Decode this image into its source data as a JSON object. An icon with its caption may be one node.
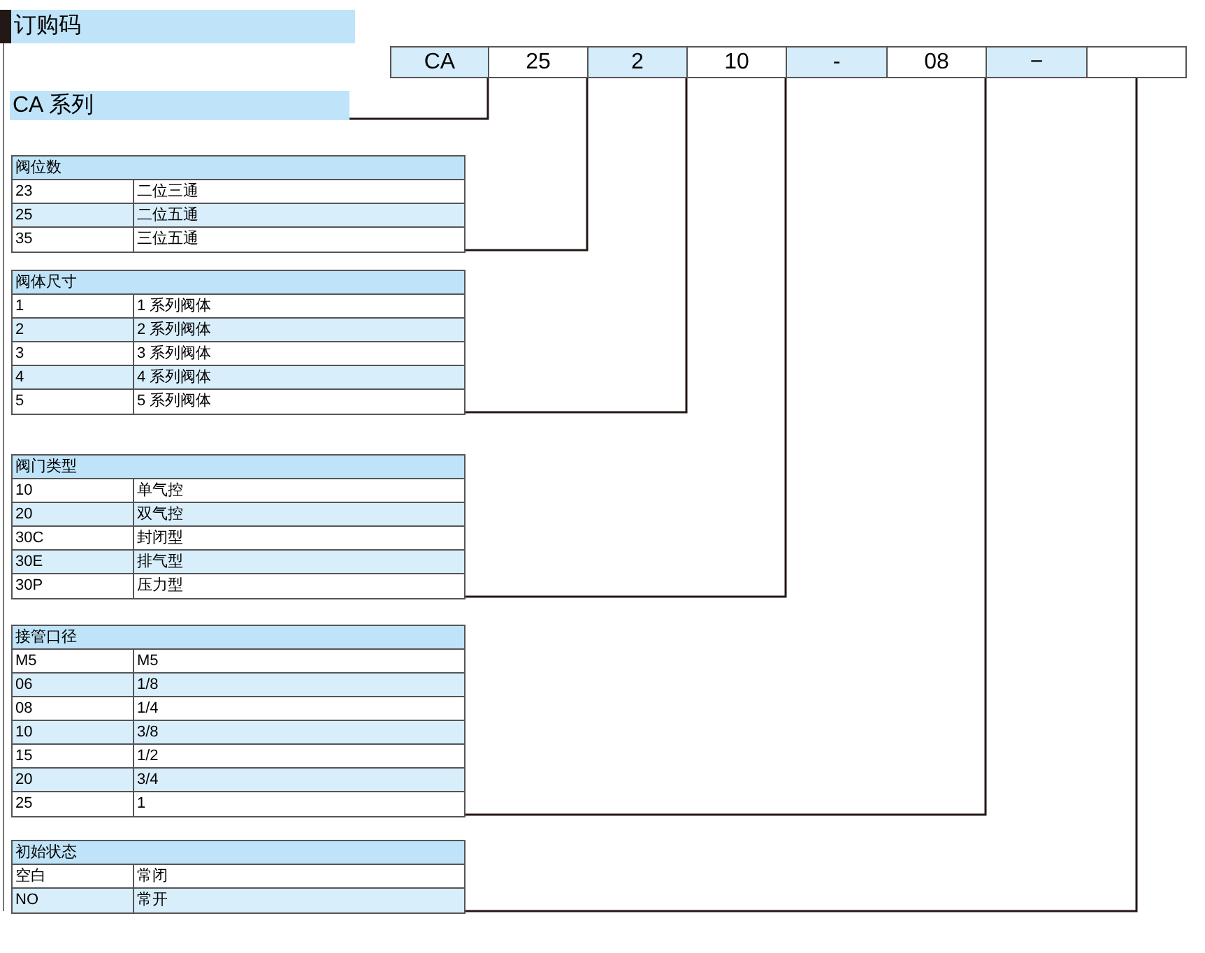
{
  "diagram": {
    "nodes": [
      {
        "text": [
          "订购码"
        ]
      },
      {
        "text": [
          "CA"
        ]
      },
      {
        "text": [
          "25"
        ]
      },
      {
        "text": [
          "2"
        ]
      },
      {
        "text": [
          "10"
        ]
      },
      {
        "text": [
          "-"
        ]
      },
      {
        "text": [
          "08"
        ]
      },
      {
        "text": [
          "−"
        ]
      },
      {
        "text": [],
        "shape": "box"
      },
      {
        "text": [
          "CA 系列"
        ]
      },
      {
        "text": [
          "阀位数",
          "23",
          "二位三通",
          "25",
          "二位五通",
          "35",
          "三位五通"
        ]
      },
      {
        "text": [
          "阀体尺寸",
          "1",
          "1 系列阀体",
          "2",
          "2 系列阀体",
          "3",
          "3 系列阀体",
          "4",
          "4 系列阀体",
          "5",
          "5 系列阀体"
        ]
      },
      {
        "text": [
          "阀门类型",
          "10",
          "单气控",
          "20",
          "双气控",
          "30C",
          "封闭型",
          "30E",
          "排气型",
          "30P",
          "压力型"
        ]
      },
      {
        "text": [
          "接管口径",
          "M5",
          "M5",
          "06",
          "1/8",
          "08",
          "1/4",
          "10",
          "3/8",
          "15",
          "1/2",
          "20",
          "3/4",
          "25",
          "1"
        ]
      },
      {
        "text": [
          "初始状态",
          "空白",
          "常闭",
          "NO",
          "常开"
        ]
      }
    ],
    "edges": [
      {
        "from": 1,
        "to": 9,
        "arrow": "none"
      },
      {
        "from": 2,
        "to": 10,
        "arrow": "none"
      },
      {
        "from": 3,
        "to": 11,
        "arrow": "none"
      },
      {
        "from": 4,
        "to": 12,
        "arrow": "none"
      },
      {
        "from": 6,
        "to": 13,
        "arrow": "none"
      },
      {
        "from": 8,
        "to": 14,
        "arrow": "none"
      }
    ]
  }
}
